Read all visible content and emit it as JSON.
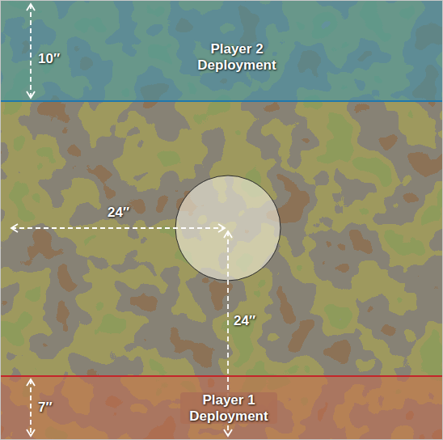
{
  "diagram": {
    "nodes": [
      {
        "text": [
          "Player 2 Deployment"
        ]
      },
      {
        "text": [
          "Player 1 Deployment"
        ]
      }
    ],
    "labels": [
      "10″",
      "24″",
      "24″",
      "7″"
    ]
  }
}
